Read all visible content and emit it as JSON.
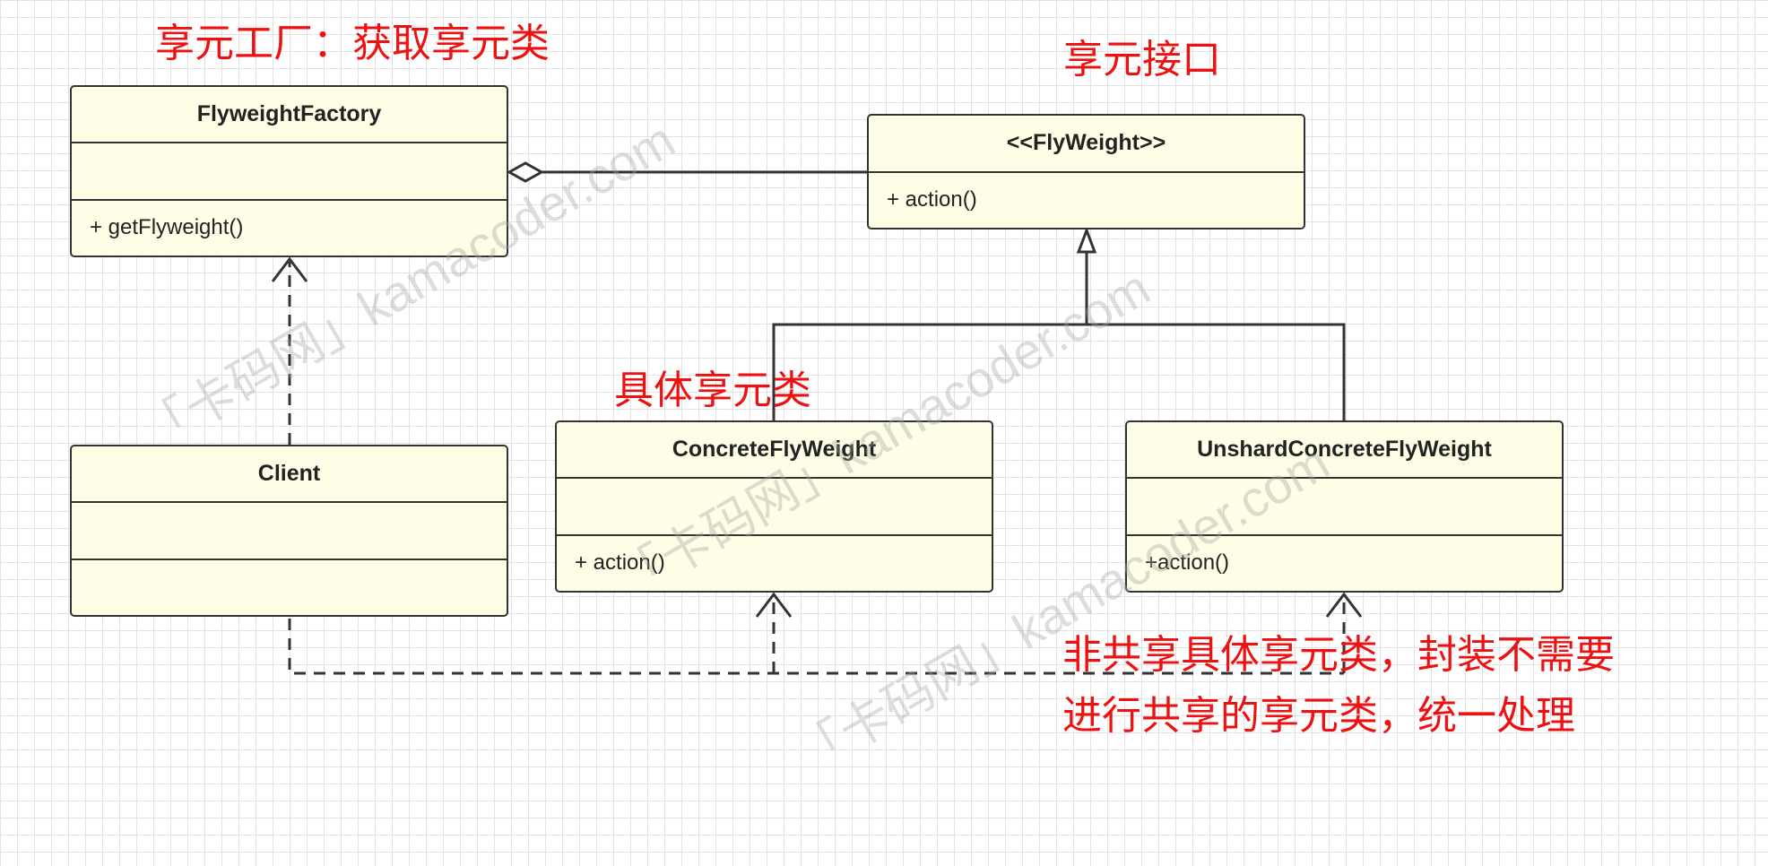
{
  "diagram": {
    "classes": {
      "factory": {
        "name": "FlyweightFactory",
        "attributes": "",
        "methods": "+ getFlyweight()"
      },
      "flyweight": {
        "name": "<<FlyWeight>>",
        "methods": "+ action()"
      },
      "client": {
        "name": "Client",
        "attributes": "",
        "methods": ""
      },
      "concrete": {
        "name": "ConcreteFlyWeight",
        "attributes": "",
        "methods": "+ action()"
      },
      "unshared": {
        "name": "UnshardConcreteFlyWeight",
        "attributes": "",
        "methods": "+action()"
      }
    },
    "notes": {
      "factory": "享元工厂：获取享元类",
      "interface": "享元接口",
      "concrete": "具体享元类",
      "unshared_line1": "非共享具体享元类，封装不需要",
      "unshared_line2": "进行共享的享元类，统一处理"
    },
    "watermark": "「卡码网」kamacoder.com"
  }
}
